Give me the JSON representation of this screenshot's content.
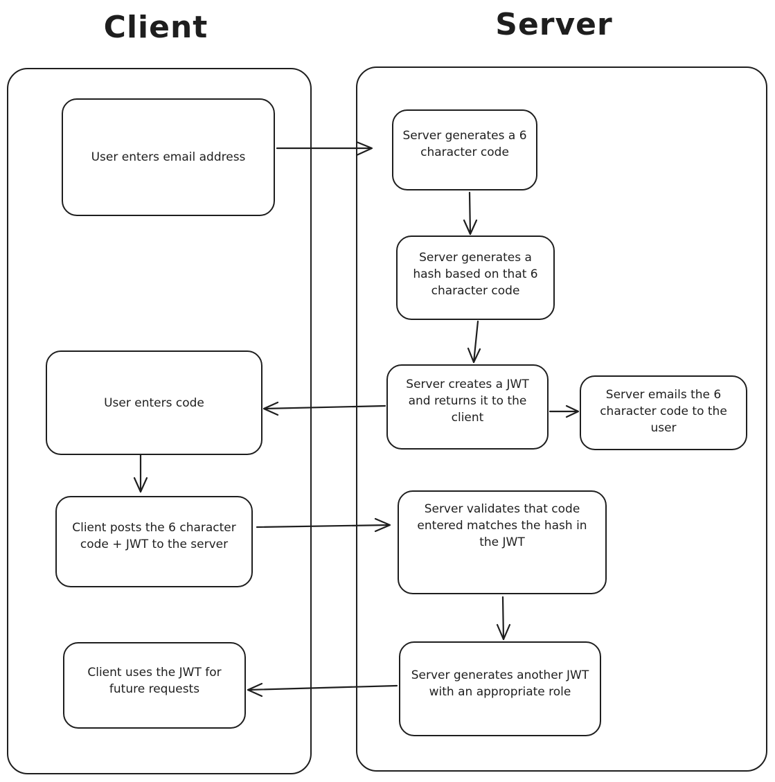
{
  "lanes": {
    "client": "Client",
    "server": "Server"
  },
  "nodes": {
    "email": "User enters email address",
    "gen6": "Server generates a 6 character code",
    "hash": "Server generates a hash based on that 6 character code",
    "code": "User enters code",
    "jwt": "Server creates a JWT and returns it to the client",
    "mail": "Server emails the 6 character code to the user",
    "post": "Client posts the 6 character code + JWT to the server",
    "validate": "Server validates that code entered matches the hash in the JWT",
    "use": "Client uses the JWT for future requests",
    "another": "Server generates another JWT with an appropriate role"
  },
  "colors": {
    "stroke": "#1e1e1e",
    "background": "#ffffff"
  }
}
